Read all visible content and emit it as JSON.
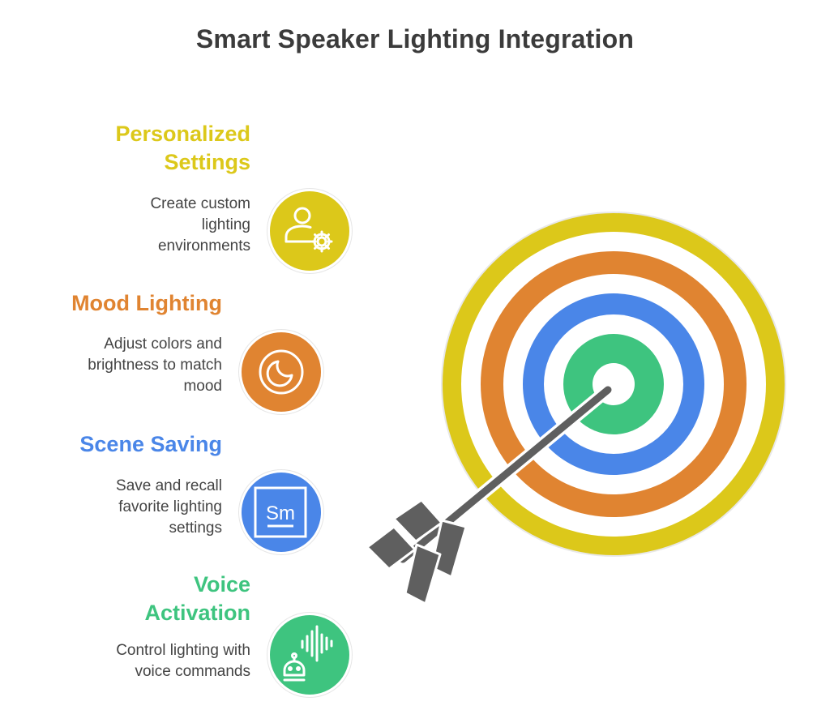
{
  "title": "Smart Speaker Lighting Integration",
  "items": [
    {
      "heading": "Personalized\nSettings",
      "description": "Create custom\nlighting\nenvironments",
      "icon": "user-gear-icon",
      "color": "#dcc81a"
    },
    {
      "heading": "Mood Lighting",
      "description": "Adjust colors and\nbrightness to match\nmood",
      "icon": "moon-icon",
      "color": "#e08431"
    },
    {
      "heading": "Scene Saving",
      "description": "Save and recall\nfavorite lighting\nsettings",
      "icon": "sm-memory-icon",
      "icon_text": "Sm",
      "color": "#4a86e8"
    },
    {
      "heading": "Voice\nActivation",
      "description": "Control lighting with\nvoice commands",
      "icon": "voice-robot-icon",
      "color": "#3ec47f"
    }
  ],
  "target": {
    "ring_colors": [
      "#dcc81a",
      "#e08431",
      "#4a86e8",
      "#3ec47f"
    ],
    "arrow_color": "#5f5f5f"
  }
}
